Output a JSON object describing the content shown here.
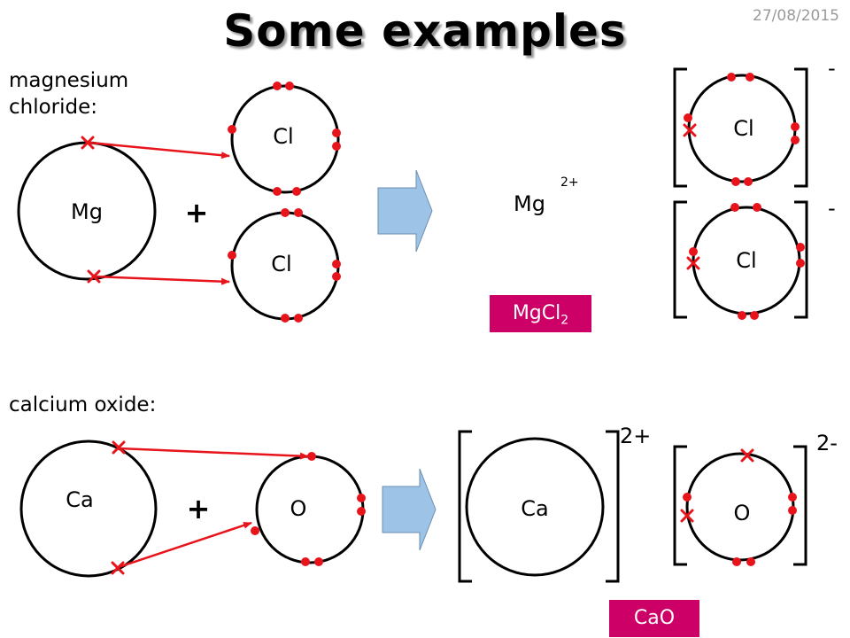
{
  "title": "Some examples",
  "date": "27/08/2015",
  "magnesium_chloride": {
    "label_line1": "magnesium",
    "label_line2": "chloride:",
    "reactant_metal": "Mg",
    "reactant_nonmetal_1": "Cl",
    "reactant_nonmetal_2": "Cl",
    "plus": "+",
    "product_cation": "Mg",
    "product_cation_charge": "2+",
    "product_anion_1": "Cl",
    "product_anion_1_charge": "-",
    "product_anion_2": "Cl",
    "product_anion_2_charge": "-",
    "formula_main": "MgCl",
    "formula_sub": "2"
  },
  "calcium_oxide": {
    "label": "calcium oxide:",
    "reactant_metal": "Ca",
    "reactant_nonmetal": "O",
    "plus": "+",
    "product_cation": "Ca",
    "product_cation_charge": "2+",
    "product_anion": "O",
    "product_anion_charge": "2-",
    "formula": "CaO"
  },
  "colors": {
    "electron": "#e8141b",
    "arrow_line": "#e8141b",
    "reaction_arrow_fill": "#9dc3e6",
    "formula_box": "#cc0066",
    "title_shadow": "#9a9a9a"
  }
}
